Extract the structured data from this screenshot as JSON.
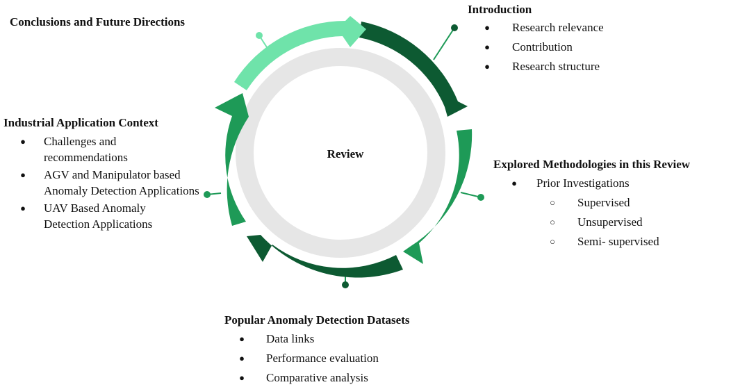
{
  "center": {
    "label": "Review"
  },
  "colors": {
    "light": "#6fe3aa",
    "dark": "#0d5a32",
    "mid": "#1e9a57",
    "inner_ring": "#e6e6e6",
    "connector": "#1e9a57"
  },
  "sections": {
    "introduction": {
      "heading": "Introduction",
      "items": [
        "Research relevance",
        "Contribution",
        "Research structure"
      ]
    },
    "methodologies": {
      "heading": "Explored Methodologies in this Review",
      "items": [
        "Prior Investigations"
      ],
      "subitems": [
        "Supervised",
        "Unsupervised",
        "Semi- supervised"
      ]
    },
    "datasets": {
      "heading": "Popular Anomaly Detection Datasets",
      "items": [
        "Data links",
        "Performance evaluation",
        "Comparative analysis"
      ]
    },
    "industrial": {
      "heading": "Industrial Application Context",
      "items": [
        "Challenges and recommendations",
        "AGV and Manipulator based Anomaly Detection Applications",
        "UAV Based Anomaly Detection Applications"
      ]
    },
    "conclusions": {
      "heading": "Conclusions and Future Directions"
    }
  },
  "glyphs": {
    "bullet": "●",
    "sub_bullet": "○"
  }
}
